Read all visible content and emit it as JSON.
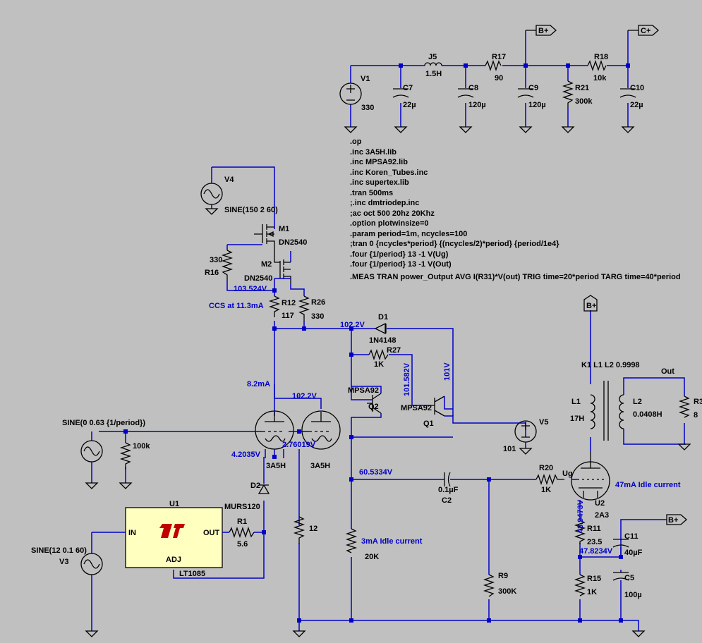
{
  "directives": [
    ".op",
    ".inc 3A5H.lib",
    ".inc MPSA92.lib",
    ".inc Koren_Tubes.inc",
    ".inc supertex.lib",
    ".tran 500ms",
    ";.inc dmtriodep.inc",
    ";ac oct 500 20hz 20Khz",
    ".option plotwinsize=0",
    ".param period=1m, ncycles=100",
    ";tran 0 {ncycles*period} {(ncycles/2)*period} {period/1e4}",
    ".four {1/period} 13 -1 V(Ug)",
    ".four {1/period} 13 -1 V(Out)",
    ".MEAS TRAN power_Output AVG I(R31)*V(out) TRIG time=20*period TARG time=40*period"
  ],
  "supply": {
    "v1": {
      "name": "V1",
      "value": "330"
    },
    "c7": {
      "name": "C7",
      "value": "22µ"
    },
    "j5": {
      "name": "J5",
      "value": "1.5H"
    },
    "c8": {
      "name": "C8",
      "value": "120µ"
    },
    "r17": {
      "name": "R17",
      "value": "90"
    },
    "c9": {
      "name": "C9",
      "value": "120µ"
    },
    "r21": {
      "name": "R21",
      "value": "300k"
    },
    "r18": {
      "name": "R18",
      "value": "10k"
    },
    "c10": {
      "name": "C10",
      "value": "22µ"
    },
    "bplus": "B+",
    "cplus": "C+"
  },
  "ccs": {
    "v4": {
      "name": "V4",
      "value": "SINE(150 2 60)"
    },
    "m1": {
      "name": "M1",
      "value": "DN2540"
    },
    "m2": {
      "name": "M2",
      "value": "DN2540"
    },
    "r16": {
      "name": "R16",
      "value": "330"
    },
    "r12": {
      "name": "R12",
      "value": "117"
    },
    "r26": {
      "name": "R26",
      "value": "330"
    },
    "node_v": "103.524V",
    "label": "CCS at 11.3mA"
  },
  "driver": {
    "node_102": "102.2V",
    "d1": {
      "name": "D1",
      "value": "1N4148"
    },
    "r27": {
      "name": "R27",
      "value": "1K"
    },
    "v_101_582": "101.582V",
    "v_101": "101V",
    "q2": {
      "name": "Q2",
      "value": "MPSA92"
    },
    "q1": {
      "name": "Q1",
      "value": "MPSA92"
    },
    "v5": {
      "name": "V5",
      "value": "101"
    },
    "current": "8.2mA",
    "plate_v": "102.2V",
    "tube1": "3A5H",
    "tube2": "3A5H",
    "cathode_v": "4.2035V",
    "heater_v": "2.76019V",
    "sine_in": "SINE(0 0.63 {1/period})",
    "r_in": "100k",
    "r_heater": "12",
    "d2": {
      "name": "D2",
      "value": "MURS120"
    },
    "u1": {
      "name": "U1",
      "value": "LT1085",
      "pin_in": "IN",
      "pin_out": "OUT",
      "pin_adj": "ADJ"
    },
    "r1": {
      "name": "R1",
      "value": "5.6"
    },
    "v3": {
      "name": "V3",
      "value": "SINE(12 0.1 60)"
    }
  },
  "output": {
    "node_60": "60.5334V",
    "c2": {
      "name": "C2",
      "value": "0.1µF"
    },
    "r20": {
      "name": "R20",
      "value": "1K"
    },
    "ug": "Ug",
    "idle3": "3mA Idle current",
    "r_20k": "20K",
    "r9": {
      "name": "R9",
      "value": "300K"
    },
    "u2": {
      "name": "U2",
      "value": "2A3"
    },
    "idle47": "47mA Idle current",
    "grid_v": "48.9473V",
    "cath_v": "47.8234V",
    "r11": {
      "name": "R11",
      "value": "23.5"
    },
    "r15": {
      "name": "R15",
      "value": "1K"
    },
    "c11": {
      "name": "C11",
      "value": "40µF"
    },
    "c5": {
      "name": "C5",
      "value": "100µ"
    },
    "xfmr": "K1 L1 L2 0.9998",
    "l1": {
      "name": "L1",
      "value": "17H"
    },
    "l2": {
      "name": "L2",
      "value": "0.0408H"
    },
    "out": "Out",
    "r3": {
      "name": "R3",
      "value": "8"
    },
    "bplus": "B+"
  }
}
